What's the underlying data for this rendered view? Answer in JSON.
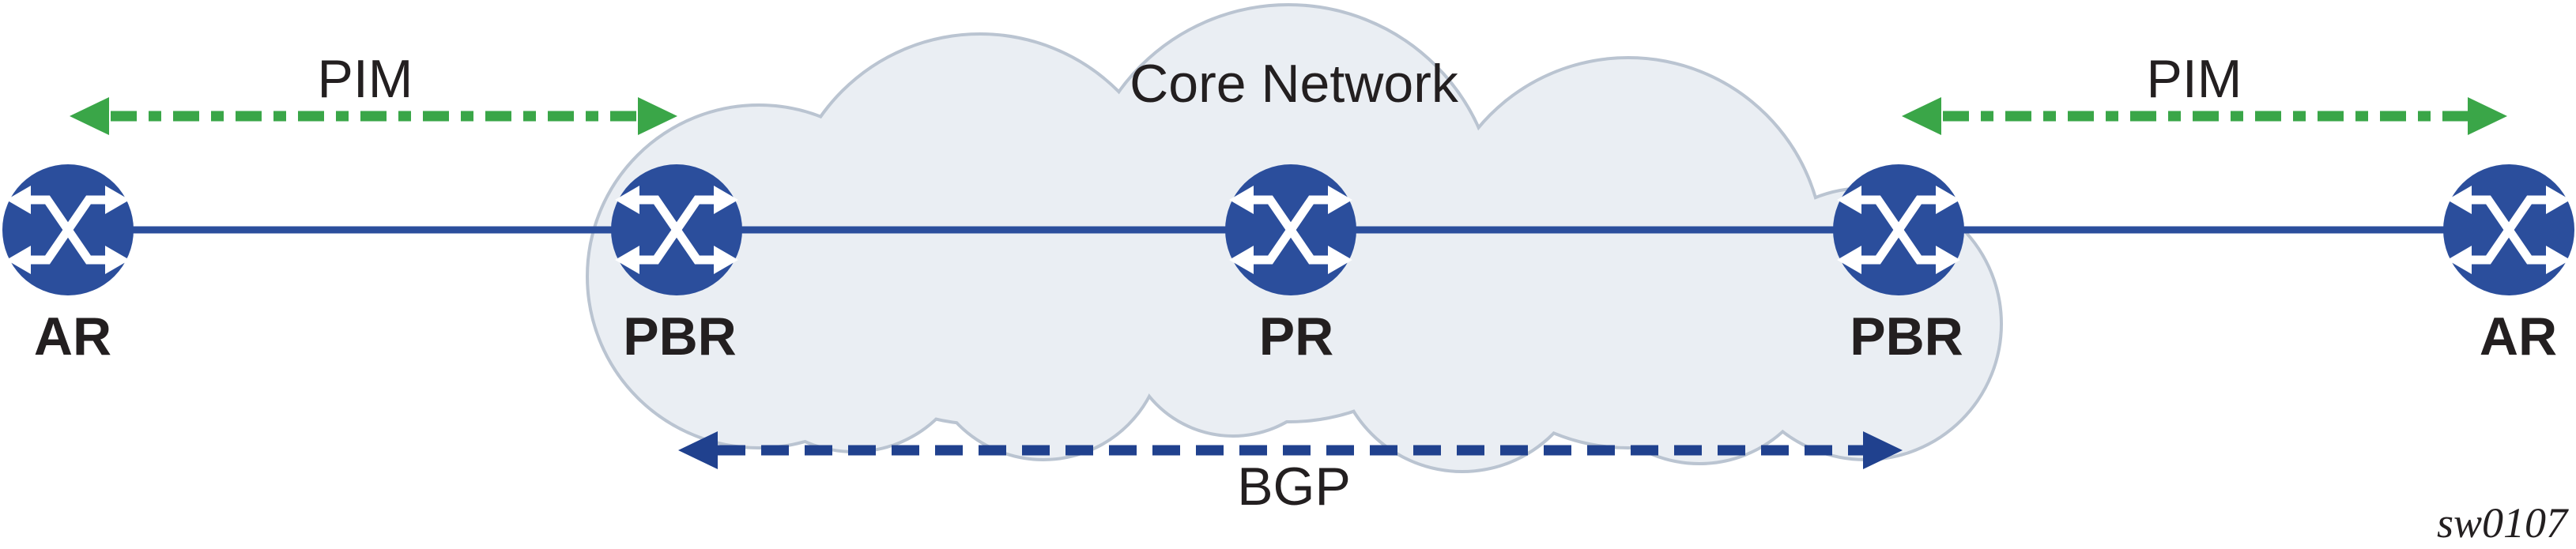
{
  "figure": {
    "id_label": "sw0107",
    "cloud_label": "Core Network",
    "routers": [
      {
        "label": "AR"
      },
      {
        "label": "PBR"
      },
      {
        "label": "PR"
      },
      {
        "label": "PBR"
      },
      {
        "label": "AR"
      }
    ],
    "protocols": {
      "pim_left": "PIM",
      "pim_right": "PIM",
      "bgp": "BGP"
    },
    "colors": {
      "router_blue": "#2b4e9c",
      "link_blue": "#2b4e9c",
      "bgp_blue": "#20418e",
      "pim_green": "#3aa648",
      "cloud_fill": "#eaeef3",
      "cloud_border": "#bac4d1",
      "text": "#231f20"
    }
  }
}
